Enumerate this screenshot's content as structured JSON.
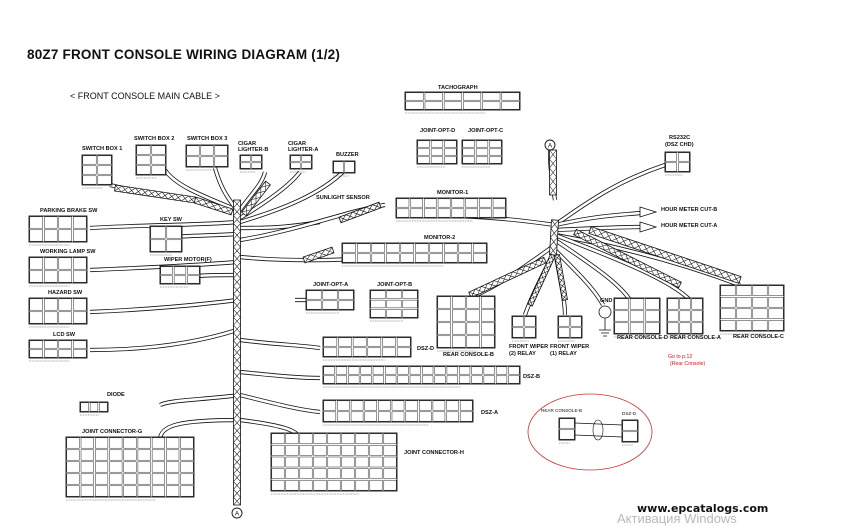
{
  "title": "80Z7 FRONT CONSOLE WIRING DIAGRAM (1/2)",
  "subtitle": "< FRONT CONSOLE MAIN CABLE >",
  "connectors": {
    "tachograph": "TACHOGRAPH",
    "joint_opt_d": "JOINT-OPT-D",
    "joint_opt_c": "JOINT-OPT-C",
    "rs232c": "RS232C",
    "rs232c_sub": "(DSZ CHD)",
    "switch_box_1": "SWITCH BOX 1",
    "switch_box_2": "SWITCH BOX 2",
    "switch_box_3": "SWITCH BOX 3",
    "cigar_lighter_b": "CIGAR LIGHTER-B",
    "cigar_lighter_a": "CIGAR LIGHTER-A",
    "buzzer": "BUZZER",
    "sunlight_sensor": "SUNLIGHT SENSOR",
    "monitor_1": "MONITOR-1",
    "monitor_2": "MONITOR-2",
    "hour_meter_cut_b": "HOUR METER CUT-B",
    "hour_meter_cut_a": "HOUR METER CUT-A",
    "parking_brake_sw": "PARKING BRAKE SW",
    "key_sw": "KEY SW",
    "working_lamp_sw": "WORKING LAMP SW",
    "wiper_motor": "WIPER MOTOR(F)",
    "hazard_sw": "HAZARD SW",
    "lcd_sw": "LCD SW",
    "joint_opt_a": "JOINT-OPT-A",
    "joint_opt_b": "JOINT-OPT-B",
    "rear_console_b": "REAR CONSOLE-B",
    "front_wiper_2_relay": "FRONT WIPER (2) RELAY",
    "front_wiper_1_relay": "FRONT WIPER (1) RELAY",
    "gnd": "GND",
    "rear_console_d": "REAR CONSOLE-D",
    "rear_console_a": "REAR CONSOLE-A",
    "rear_console_c": "REAR CONSOLE-C",
    "dsz_d": "DSZ-D",
    "dsz_b": "DSZ-B",
    "dsz_a": "DSZ-A",
    "diode": "DIODE",
    "joint_connector_g": "JOINT CONNECTOR-G",
    "joint_connector_h": "JOINT CONNECTOR-H"
  },
  "references": {
    "goto": "Go to p.12",
    "goto_sub": "(Rear Console)",
    "node_a": "A",
    "inset_rear_console_b": "REAR CONSOLE-B",
    "inset_dsz_d": "DSZ-D"
  },
  "colors": {
    "line": "#111111",
    "reference": "#d11111"
  },
  "footer": {
    "website": "www.epcatalogs.com",
    "activation": "Активация Windows"
  }
}
